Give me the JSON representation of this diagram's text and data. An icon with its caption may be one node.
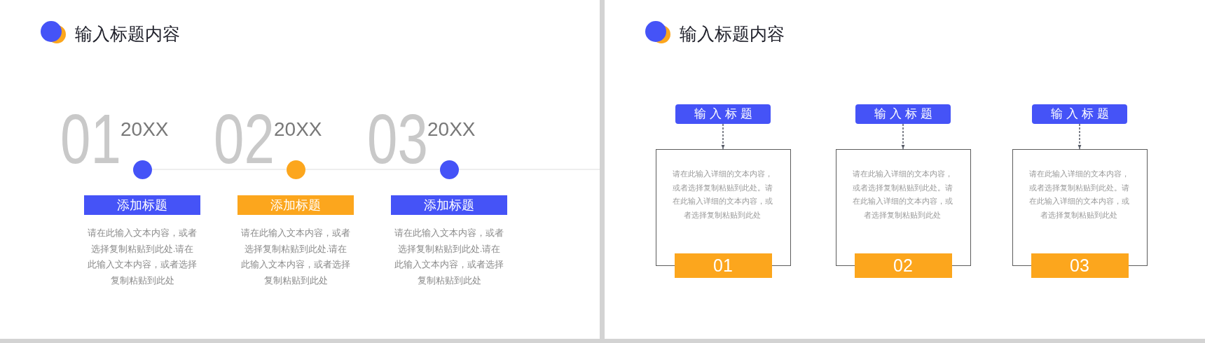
{
  "diagram": {
    "nodes": [
      {
        "text": [
          "输入标题内容"
        ]
      },
      {
        "text": [],
        "shape": "circle",
        "in": 0,
        "beside": [
          "01",
          "20XX"
        ]
      },
      {
        "text": [
          "添加标题"
        ],
        "in": 0,
        "beside": [
          "请在此输入文本内容，或者选择复制粘贴到此处.请在此输入文本内容，或者选择复制粘贴到此处"
        ]
      },
      {
        "text": [],
        "shape": "circle",
        "in": 0,
        "beside": [
          "02",
          "20XX"
        ]
      },
      {
        "text": [
          "添加标题"
        ],
        "in": 0,
        "beside": [
          "请在此输入文本内容，或者选择复制粘贴到此处.请在此输入文本内容，或者选择复制粘贴到此处"
        ]
      },
      {
        "text": [],
        "shape": "circle",
        "in": 0,
        "beside": [
          "03",
          "20XX"
        ]
      },
      {
        "text": [
          "添加标题"
        ],
        "in": 0,
        "beside": [
          "请在此输入文本内容，或者选择复制粘贴到此处.请在此输入文本内容，或者选择复制粘贴到此处"
        ]
      },
      {
        "text": [
          "输入标题内容"
        ]
      },
      {
        "text": [
          "输入标题"
        ],
        "in": 7
      },
      {
        "text": [
          "请在此输入详细的文本内容，或者选择复制粘贴到此处。请在此输入详细的文本内容，或者选择复制粘贴到此处"
        ],
        "in": 7
      },
      {
        "text": [
          "01"
        ],
        "in": 7
      },
      {
        "text": [
          "输入标题"
        ],
        "in": 7
      },
      {
        "text": [
          "请在此输入详细的文本内容，或者选择复制粘贴到此处。请在此输入详细的文本内容，或者选择复制粘贴到此处"
        ],
        "in": 7
      },
      {
        "text": [
          "02"
        ],
        "in": 7
      },
      {
        "text": [
          "输入标题"
        ],
        "in": 7
      },
      {
        "text": [
          "请在此输入详细的文本内容，或者选择复制粘贴到此处。请在此输入详细的文本内容，或者选择复制粘贴到此处"
        ],
        "in": 7
      },
      {
        "text": [
          "03"
        ],
        "in": 7
      }
    ],
    "edges": [
      {
        "from": 1,
        "to": 3,
        "arrow": "none",
        "color": "#e8e8e8"
      },
      {
        "from": 3,
        "to": 5,
        "arrow": "none",
        "color": "#e8e8e8"
      },
      {
        "from": 5,
        "to": null,
        "arrow": "none",
        "color": "#e8e8e8"
      },
      {
        "from": 8,
        "to": 9,
        "arrow": "to",
        "style": "dashed",
        "color": "#555a66"
      },
      {
        "from": 11,
        "to": 12,
        "arrow": "to",
        "style": "dashed",
        "color": "#555a66"
      },
      {
        "from": 14,
        "to": 15,
        "arrow": "to",
        "style": "dashed",
        "color": "#555a66"
      }
    ]
  }
}
